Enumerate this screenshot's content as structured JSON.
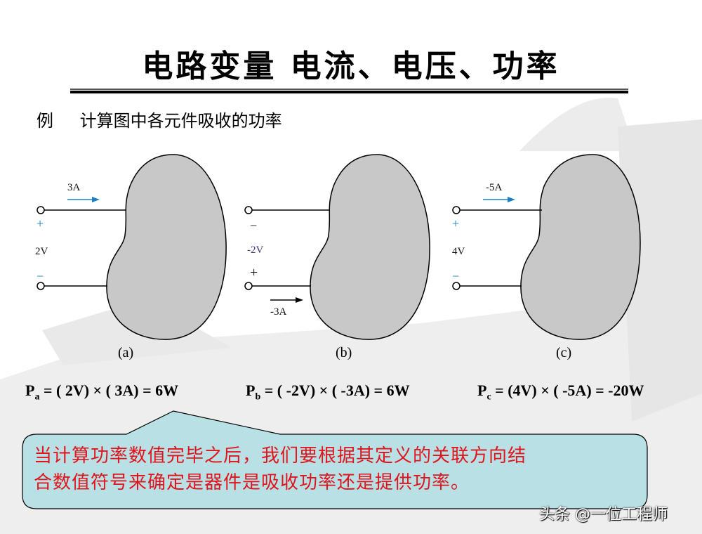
{
  "slide": {
    "title": "电路变量 电流、电压、功率",
    "example_label": "例",
    "example_text": "计算图中各元件吸收的功率"
  },
  "circuits": [
    {
      "caption": "(a)",
      "current_label": "3A",
      "voltage_label": "2V",
      "top_polarity": "+",
      "bottom_polarity": "−",
      "current_position": "top"
    },
    {
      "caption": "(b)",
      "current_label": "-3A",
      "voltage_label": "-2V",
      "top_polarity": "−",
      "bottom_polarity": "+",
      "current_position": "bottom"
    },
    {
      "caption": "(c)",
      "current_label": "-5A",
      "voltage_label": "4V",
      "top_polarity": "+",
      "bottom_polarity": "−",
      "current_position": "top"
    }
  ],
  "formulas": [
    {
      "p": "P",
      "sub": "a",
      "expr": " = ( 2V) × ( 3A) = 6W"
    },
    {
      "p": "P",
      "sub": "b",
      "expr": " = ( -2V) × ( -3A) = 6W"
    },
    {
      "p": "P",
      "sub": "c",
      "expr": " =  (4V) × ( -5A) = -20W"
    }
  ],
  "callout": {
    "line1": "当计算功率数值完毕之后，我们要根据其定义的关联方向结",
    "line2": "合数值符号来确定是器件是吸收功率还是提供功率。",
    "fill": "#b9e0e4",
    "text_color": "#e0141c"
  },
  "watermark": "头条 @一位工程师",
  "colors": {
    "blob_fill": "#c8c8c8",
    "accent_blue": "#1a7fc0",
    "voltage_b": "#3a3a7a"
  }
}
